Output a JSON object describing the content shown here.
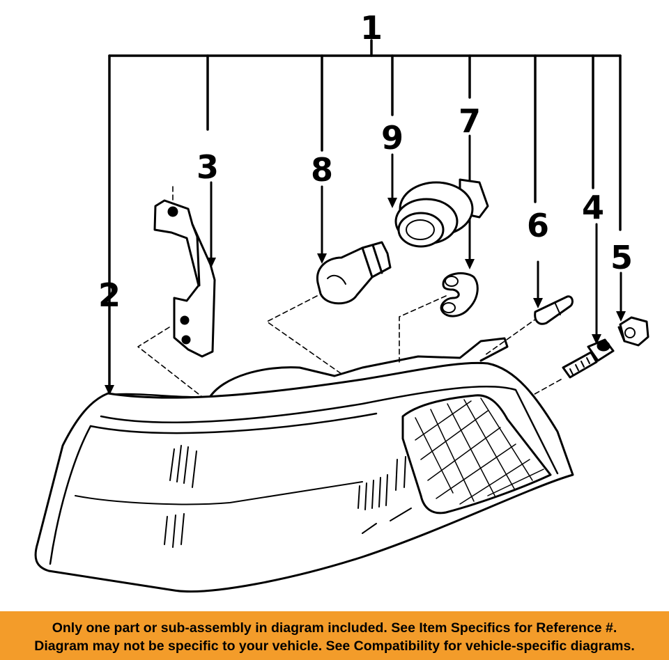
{
  "diagram": {
    "callouts": [
      "1",
      "2",
      "3",
      "4",
      "5",
      "6",
      "7",
      "8",
      "9"
    ]
  },
  "notice": {
    "line1": "Only one part or sub-assembly in diagram included. See Item Specifics for Reference #.",
    "line2": "Diagram may not be specific to your vehicle. See Compatibility for vehicle-specific diagrams.",
    "background": "#F39C2A"
  }
}
